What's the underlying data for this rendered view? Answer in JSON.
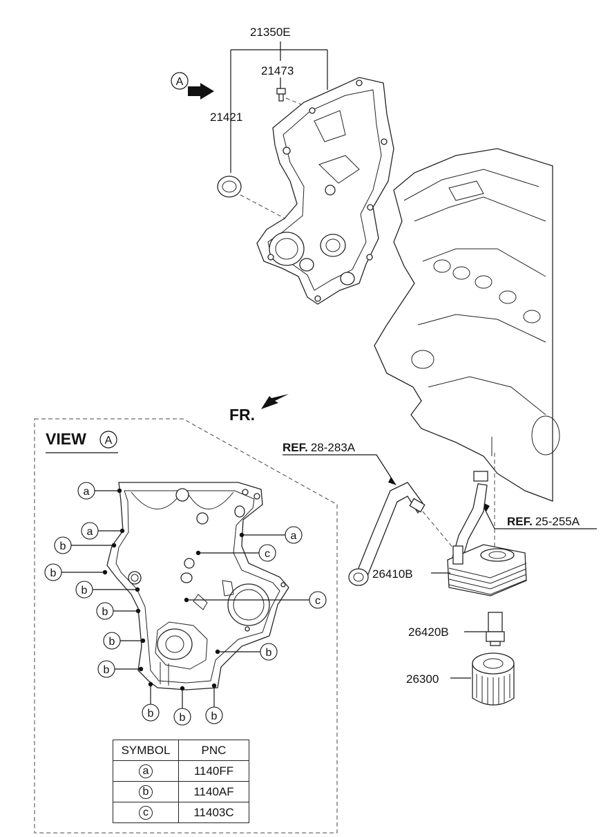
{
  "parts": {
    "timing_cover": "21350E",
    "bolt": "21473",
    "oil_seal": "21421",
    "oil_cooler": "26410B",
    "oil_pressure_switch": "26420B",
    "oil_filter": "26300"
  },
  "references": [
    {
      "prefix": "REF.",
      "code": "28-283A"
    },
    {
      "prefix": "REF.",
      "code": "25-255A"
    }
  ],
  "view_marker": "A",
  "front_label": "FR.",
  "view_box": {
    "title": "VIEW",
    "letter": "A"
  },
  "callouts": {
    "a": "a",
    "b": "b",
    "c": "c"
  },
  "symbol_table": {
    "headers": [
      "SYMBOL",
      "PNC"
    ],
    "rows": [
      {
        "symbol": "a",
        "pnc": "1140FF"
      },
      {
        "symbol": "b",
        "pnc": "1140AF"
      },
      {
        "symbol": "c",
        "pnc": "11403C"
      }
    ]
  }
}
